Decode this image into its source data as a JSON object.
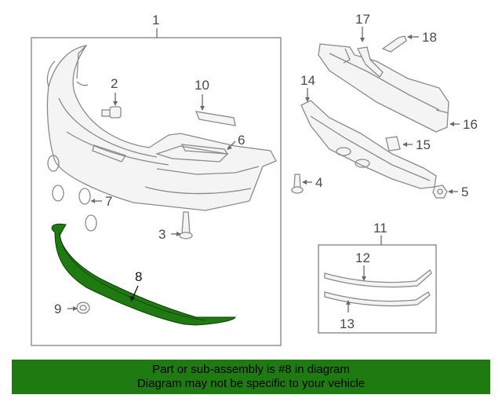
{
  "callouts": {
    "c1": "1",
    "c2": "2",
    "c3": "3",
    "c4": "4",
    "c5": "5",
    "c6": "6",
    "c7": "7",
    "c8": "8",
    "c9": "9",
    "c10": "10",
    "c11": "11",
    "c12": "12",
    "c13": "13",
    "c14": "14",
    "c15": "15",
    "c16": "16",
    "c17": "17",
    "c18": "18"
  },
  "highlighted_part": "8",
  "colors": {
    "highlight": "#1f7a12",
    "outline": "#8a8a8a",
    "banner": "#1f7a12"
  },
  "footer": {
    "line1": "Part or sub-assembly is #8 in diagram",
    "line2": "Diagram may not be specific to your vehicle"
  }
}
